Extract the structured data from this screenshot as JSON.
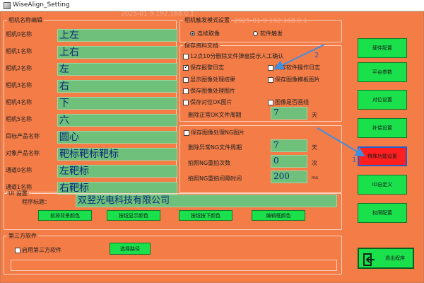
{
  "window": {
    "title": "WiseAlign_Setting",
    "watermark": "2025-01-9 192.168.0.1"
  },
  "camera_group": {
    "legend": "相机名称编辑",
    "rows": [
      {
        "label": "相机0名称",
        "value": "上左"
      },
      {
        "label": "相机1名称",
        "value": "上右"
      },
      {
        "label": "相机2名称",
        "value": "左"
      },
      {
        "label": "相机3名称",
        "value": "右"
      },
      {
        "label": "相机4名称",
        "value": "下"
      },
      {
        "label": "相机5名称",
        "value": "六"
      },
      {
        "label": "目标产品名称",
        "value": "圆心"
      },
      {
        "label": "对象产品名称",
        "value": "靶标靶标靶标"
      },
      {
        "label": "通道0名称",
        "value": "左靶标"
      },
      {
        "label": "通道1名称",
        "value": "右靶标"
      }
    ]
  },
  "trigger_group": {
    "legend": "相机触发模式设置",
    "options": [
      {
        "label": "连续取像",
        "selected": true
      },
      {
        "label": "软件触发",
        "selected": false
      }
    ]
  },
  "save_group": {
    "legend": "保存资料文档",
    "checks": {
      "notify12": {
        "label": "12点10分删除文件弹窗提示人工确认",
        "checked": false
      },
      "alarm_log": {
        "label": "保存报警日志",
        "checked": true
      },
      "op_log": {
        "label": "保存软件操作日志",
        "checked": false
      },
      "show_result": {
        "label": "显示图像处理结果",
        "checked": false
      },
      "template_img": {
        "label": "保存图像模板图片",
        "checked": false
      },
      "proc_img": {
        "label": "保存图像处理图片",
        "checked": false
      },
      "ok_img": {
        "label": "保存对位OK图片",
        "checked": false
      },
      "draw_line": {
        "label": "图像是否画线",
        "checked": false
      }
    },
    "del_normal": {
      "label": "删除正常OK文件周期",
      "value": "7",
      "unit": "天"
    }
  },
  "ng_group": {
    "save_ng": {
      "label": "保存图像处理NG图片",
      "checked": false
    },
    "del_ng": {
      "label": "删除异常NG文件周期",
      "value": "7",
      "unit": "天"
    },
    "retry_count": {
      "label": "拍照NG重拍次数",
      "value": "0",
      "unit": "次"
    },
    "retry_interval": {
      "label": "拍照NG重拍间隔时间",
      "value": "200",
      "unit": "ms"
    }
  },
  "ui_group": {
    "legend": "UI 设置",
    "program_title_label": "程序标题：",
    "program_title_value": "双翌光电科技有限公司",
    "buttons": [
      "前排背景颜色",
      "按钮显示颜色",
      "按钮按下颜色",
      "编辑框颜色"
    ]
  },
  "third_group": {
    "legend": "第三方软件",
    "enable": {
      "label": "启用第三方软件",
      "checked": false
    },
    "path_button": "选择路径",
    "path_value": ""
  },
  "side_buttons": [
    "硬件配置",
    "平台参数",
    "对位设置",
    "补偿设置",
    "特殊功能设置",
    "IO自定义",
    "权限配置"
  ],
  "exit_button": "退出程序",
  "annotations": {
    "n2": "2",
    "n1": "1"
  },
  "colors": {
    "background": "#f47c47",
    "button": "#19e04b",
    "active_button": "#ff1f1f",
    "field": "#6fc07a",
    "arrow": "#3f8ee0"
  }
}
